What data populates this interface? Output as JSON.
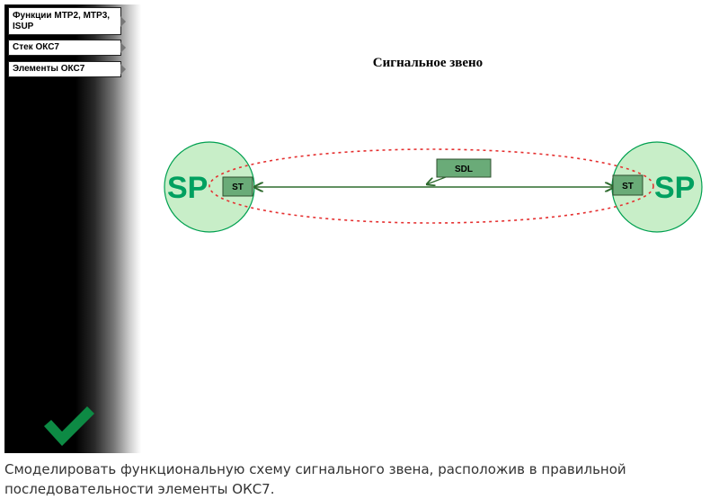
{
  "sidebar": {
    "tabs": [
      {
        "label": "Функции МТР2, МТР3, ISUP"
      },
      {
        "label": "Стек ОКС7"
      },
      {
        "label": "Элементы ОКС7"
      }
    ]
  },
  "diagram": {
    "title": "Сигнальное звено",
    "left_node": {
      "label": "SP",
      "block": "ST"
    },
    "right_node": {
      "label": "SP",
      "block": "ST"
    },
    "link_block": "SDL"
  },
  "caption": "Смоделировать функциональную схему сигнального звена, расположив в правильной последовательности элементы ОКС7.",
  "colors": {
    "node_fill": "#c8eec8",
    "node_stroke": "#00a050",
    "node_text": "#00a060",
    "block_fill": "#6aab78",
    "dash": "#e53030",
    "link": "#2e6b2e",
    "check": "#0d8a44"
  }
}
